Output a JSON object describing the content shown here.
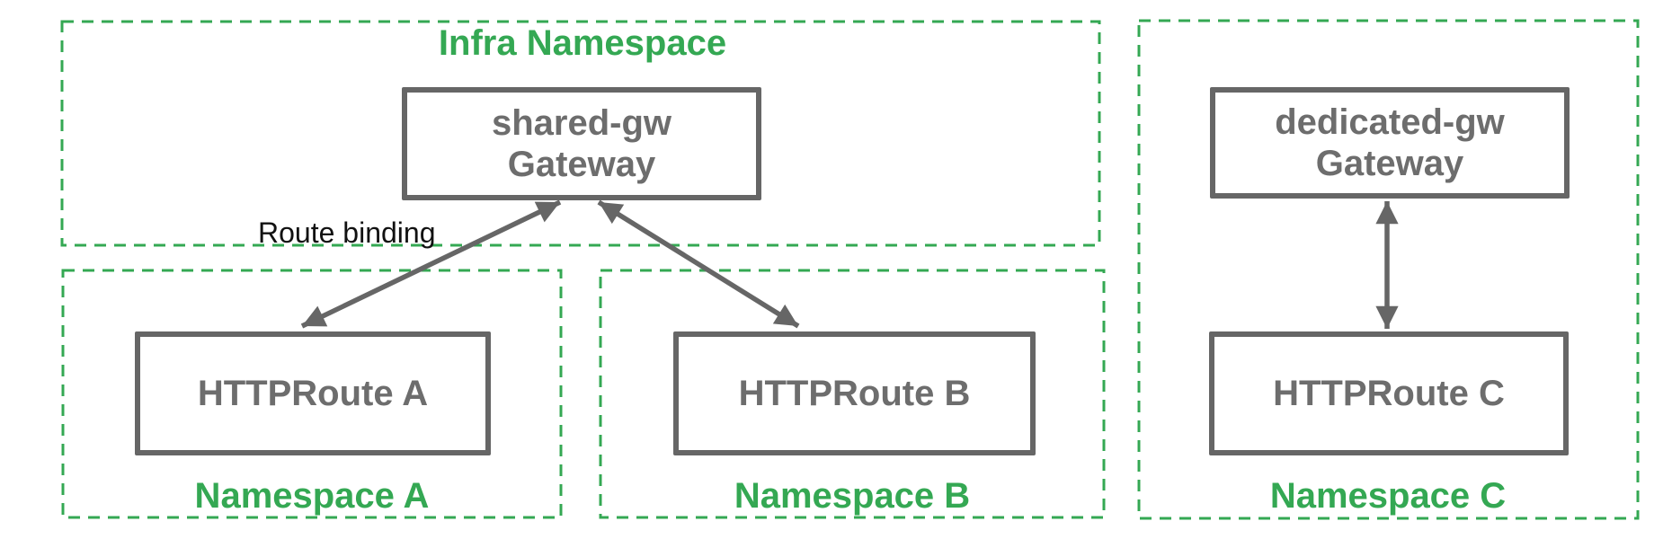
{
  "colors": {
    "namespace_green": "#34A853",
    "node_border_gray": "#666666",
    "node_text_gray": "#6D6D6D",
    "annotation_black": "#111111"
  },
  "infra_namespace": {
    "label": "Infra Namespace",
    "gateway": {
      "name": "shared-gw",
      "kind": "Gateway"
    }
  },
  "namespace_a": {
    "label": "Namespace A",
    "route": "HTTPRoute A"
  },
  "namespace_b": {
    "label": "Namespace B",
    "route": "HTTPRoute B"
  },
  "namespace_c": {
    "label": "Namespace C",
    "gateway": {
      "name": "dedicated-gw",
      "kind": "Gateway"
    },
    "route": "HTTPRoute C"
  },
  "annotations": {
    "route_binding": "Route binding"
  }
}
